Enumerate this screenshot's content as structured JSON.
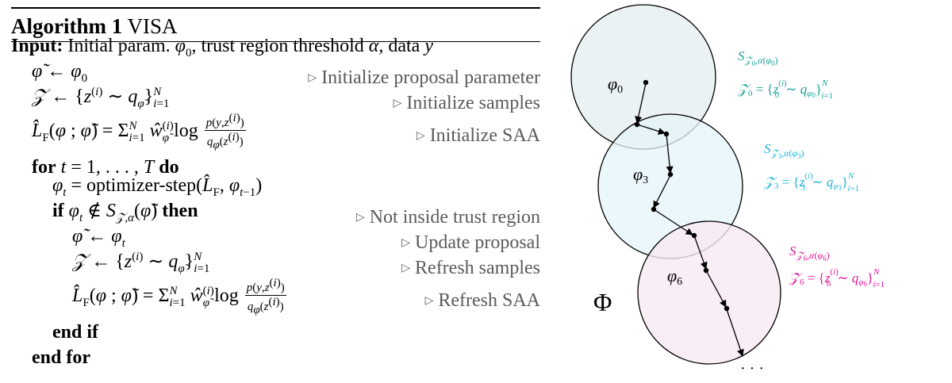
{
  "algorithm": {
    "label": "Algorithm 1",
    "name": "VISA",
    "input_keyword": "Input:",
    "input_text": "Initial param. φ₀, trust region threshold α, data y",
    "lines": [
      {
        "code": "φ̃ ← φ₀",
        "comment": "Initialize proposal parameter"
      },
      {
        "code": "𝒵 ← {z⁽ⁱ⁾ ∼ q_φ̃}ᴺᵢ₌₁",
        "comment": "Initialize samples"
      },
      {
        "code": "L̂_F(φ; φ̃) = Σᴺᵢ₌₁ ŵ⁽ⁱ⁾_φ̃ log p(y,z⁽ⁱ⁾)/q_φ(z⁽ⁱ⁾)",
        "comment": "Initialize SAA"
      },
      {
        "code": "for t = 1, …, T do",
        "comment": ""
      },
      {
        "code": "φ_t = optimizer-step(L̂_F, φ_{t−1})",
        "comment": ""
      },
      {
        "code": "if φ_t ∉ S_{𝒵,α}(φ̃) then",
        "comment": "Not inside trust region"
      },
      {
        "code": "φ̃ ← φ_t",
        "comment": "Update proposal"
      },
      {
        "code": "𝒵 ← {z⁽ⁱ⁾ ∼ q_φ̃}ᴺᵢ₌₁",
        "comment": "Refresh samples"
      },
      {
        "code": "L̂_F(φ; φ̃) = Σᴺᵢ₌₁ ŵ⁽ⁱ⁾_φ̃ log p(y,z⁽ⁱ⁾)/q_φ(z⁽ⁱ⁾)",
        "comment": "Refresh SAA"
      },
      {
        "code": "end if",
        "comment": ""
      },
      {
        "code": "end for",
        "comment": ""
      }
    ]
  },
  "diagram": {
    "space_label": "Φ",
    "ellipsis": "· · ·",
    "regions": [
      {
        "phi": "φ0",
        "set_label": "S_{𝒵0,α}(φ0)",
        "samples": "𝒵0 = {z0(i) ∼ qφ0}Ni=1",
        "fill": "#e6f0f2",
        "text_color": "#1aa39b"
      },
      {
        "phi": "φ3",
        "set_label": "S_{𝒵3,α}(φ3)",
        "samples": "𝒵3 = {z3(i) ∼ qφ3}Ni=1",
        "fill": "#e4f4fa",
        "text_color": "#1fb3d6"
      },
      {
        "phi": "φ6",
        "set_label": "S_{𝒵6,α}(φ6)",
        "samples": "𝒵6 = {z6(i) ∼ qφ6}Ni=1",
        "fill": "#f7e8f4",
        "text_color": "#e0199a"
      }
    ]
  }
}
